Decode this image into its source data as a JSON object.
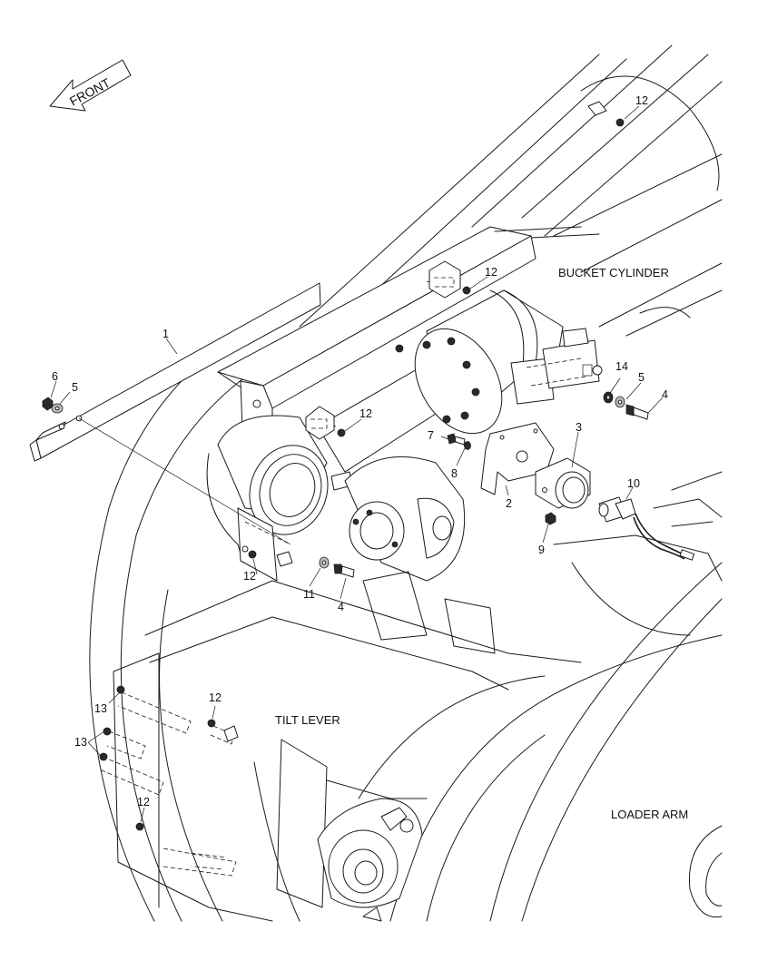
{
  "orientation": {
    "arrow_label": "FRONT"
  },
  "component_labels": {
    "bucket_cylinder": "BUCKET CYLINDER",
    "tilt_lever": "TILT LEVER",
    "loader_arm": "LOADER ARM"
  },
  "callouts": {
    "c1": "1",
    "c2": "2",
    "c3": "3",
    "c4a": "4",
    "c4b": "4",
    "c5a": "5",
    "c5b": "5",
    "c6": "6",
    "c7": "7",
    "c8": "8",
    "c9": "9",
    "c10": "10",
    "c11": "11",
    "c12a": "12",
    "c12b": "12",
    "c12c": "12",
    "c12d": "12",
    "c12e": "12",
    "c12f": "12",
    "c13a": "13",
    "c13b": "13",
    "c14": "14"
  },
  "icons": {
    "front_arrow": "front-arrow-icon",
    "bolt": "bolt-icon",
    "nut": "nut-icon",
    "washer": "washer-icon",
    "clip": "clip-icon"
  }
}
